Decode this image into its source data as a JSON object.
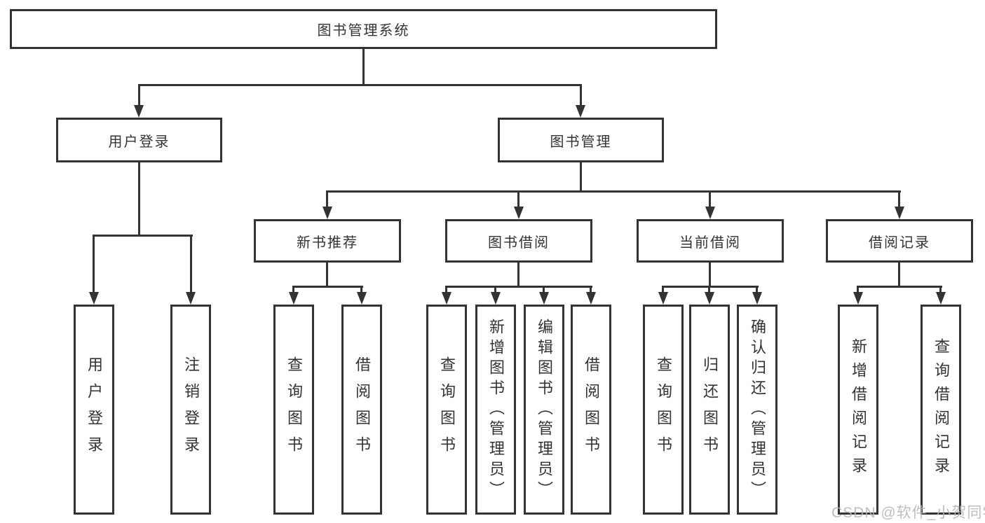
{
  "diagram": {
    "root": {
      "label": "图书管理系统"
    },
    "level2": [
      {
        "label": "用户登录"
      },
      {
        "label": "图书管理"
      }
    ],
    "level3": [
      {
        "label": "新书推荐"
      },
      {
        "label": "图书借阅"
      },
      {
        "label": "当前借阅"
      },
      {
        "label": "借阅记录"
      }
    ],
    "leaves": {
      "userLogin": [
        {
          "label": "用户登录"
        },
        {
          "label": "注销登录"
        }
      ],
      "newBookRecommend": [
        {
          "label": "查询图书"
        },
        {
          "label": "借阅图书"
        }
      ],
      "bookBorrow": [
        {
          "label": "查询图书"
        },
        {
          "label": "新增图书（管理员）"
        },
        {
          "label": "编辑图书（管理员）"
        },
        {
          "label": "借阅图书"
        }
      ],
      "currentBorrow": [
        {
          "label": "查询图书"
        },
        {
          "label": "归还图书"
        },
        {
          "label": "确认归还（管理员）"
        }
      ],
      "borrowRecords": [
        {
          "label": "新增借阅记录"
        },
        {
          "label": "查询借阅记录"
        }
      ]
    }
  },
  "watermark": {
    "text": "CSDN @软件_小贺同学"
  },
  "colors": {
    "line": "#333333",
    "text": "#333333",
    "background": "#ffffff",
    "watermark": "#b3b3b3"
  }
}
